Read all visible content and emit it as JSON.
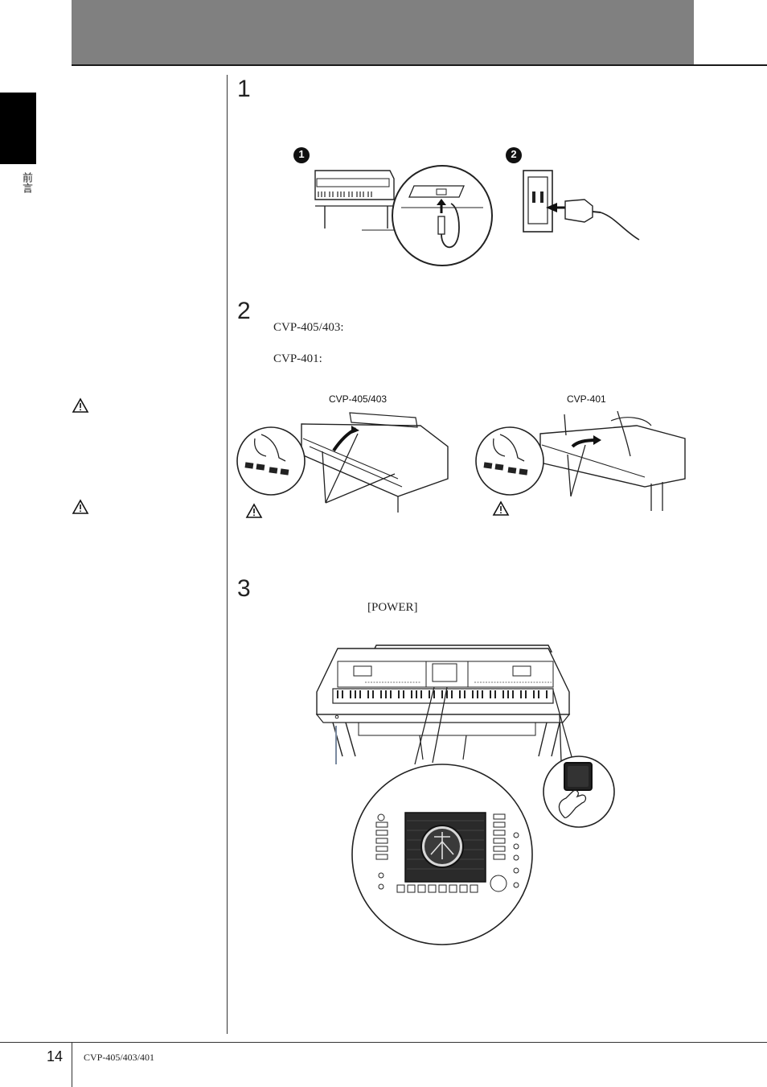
{
  "side_tab": {
    "label": "前言"
  },
  "steps": [
    {
      "number": "1"
    },
    {
      "number": "2",
      "lines": [
        "CVP-405/403:",
        "CVP-401:"
      ]
    },
    {
      "number": "3",
      "power_label": "[POWER]"
    }
  ],
  "figure_step1": {
    "badges": [
      "1",
      "2"
    ]
  },
  "figure_step2": {
    "left_label": "CVP-405/403",
    "right_label": "CVP-401"
  },
  "footer": {
    "page_number": "14",
    "model": "CVP-405/403/401"
  }
}
